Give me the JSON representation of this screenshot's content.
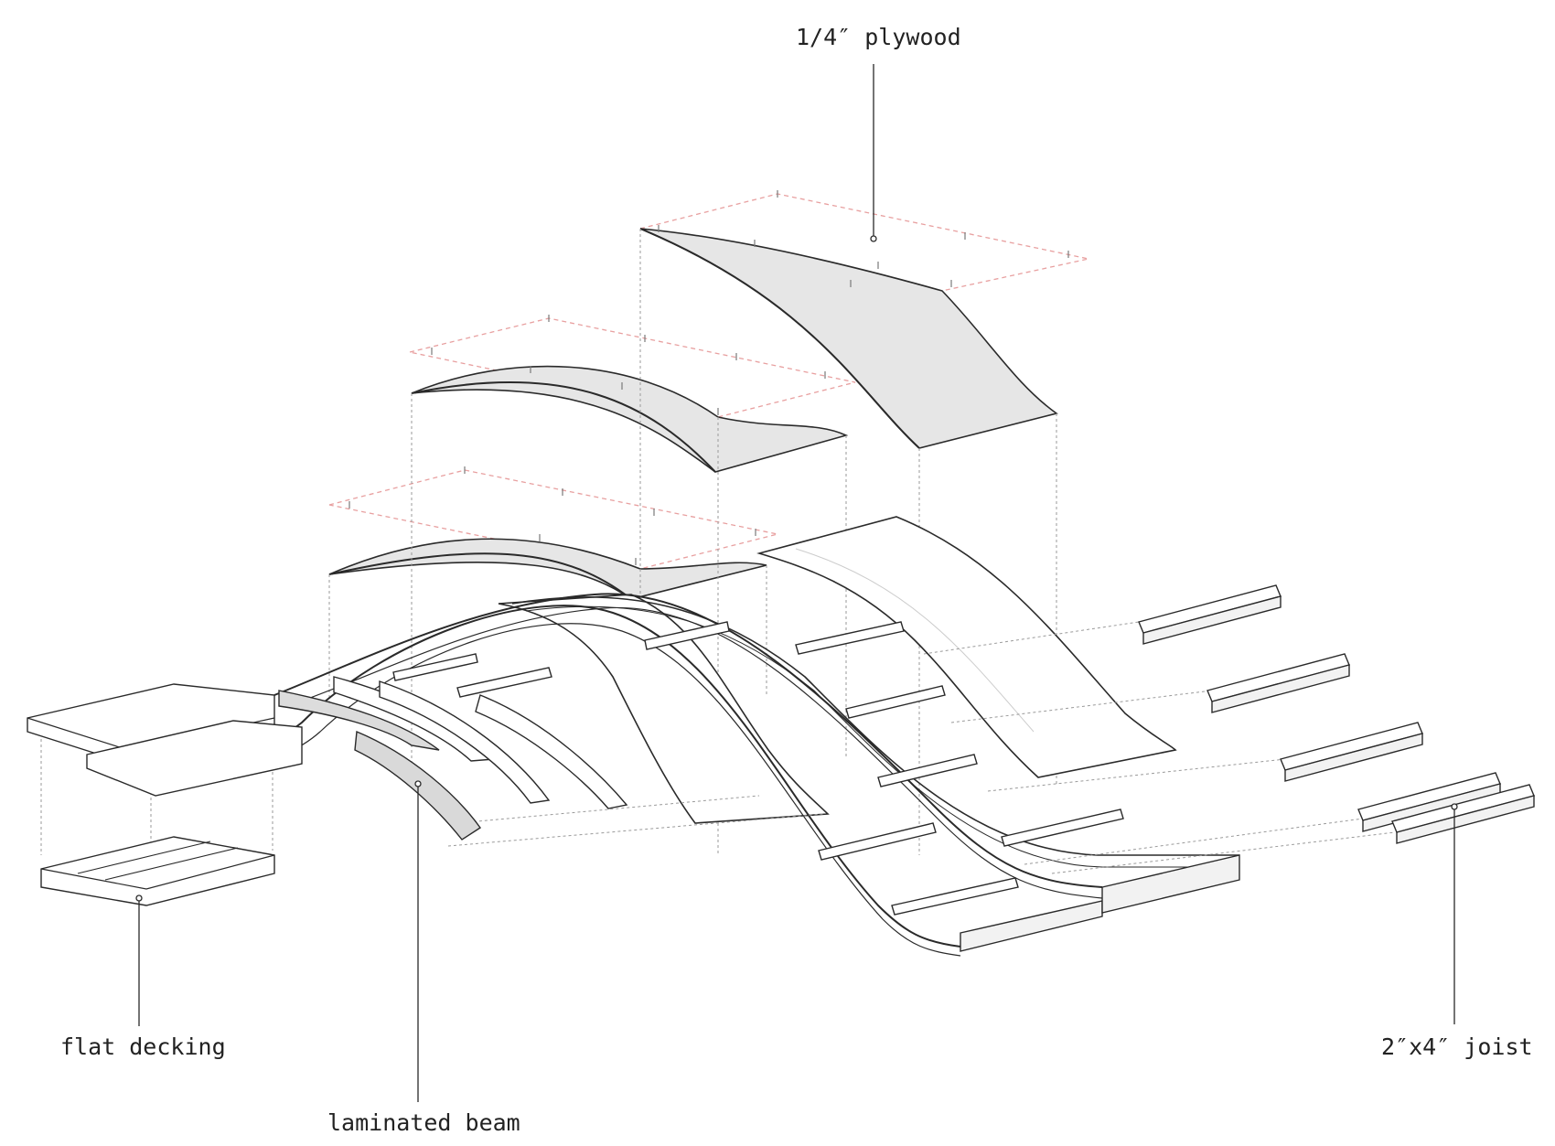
{
  "callouts": {
    "plywood": "1/4″ plywood",
    "flat_decking": "flat decking",
    "laminated_beam": "laminated beam",
    "joist": "2″x4″ joist"
  },
  "colors": {
    "line": "#2a2a2a",
    "hidden_line": "#9a9a9a",
    "panel_fill": "#e6e6e6",
    "beam_fill": "#d9d9d9",
    "fastener_outline": "#e8a0a0"
  }
}
